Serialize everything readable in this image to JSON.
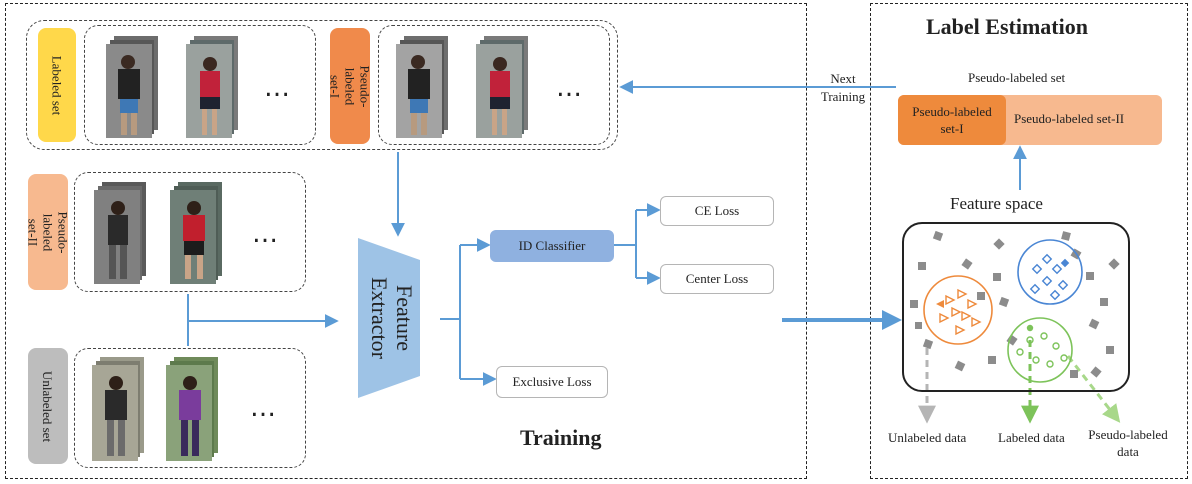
{
  "panels": {
    "training_title": "Training",
    "label_estimation_title": "Label Estimation"
  },
  "sets": {
    "labeled": "Labeled set",
    "pseudo_1": "Pseudo-labeled set-I",
    "pseudo_2": "Pseudo-labeled set-II",
    "unlabeled": "Unlabeled set"
  },
  "ellipsis": "…",
  "model": {
    "feature_extractor": "Feature Extractor",
    "id_classifier": "ID Classifier",
    "ce_loss": "CE Loss",
    "center_loss": "Center Loss",
    "exclusive_loss": "Exclusive Loss"
  },
  "estimation": {
    "next_training": "Next Training",
    "pseudo_labeled_set": "Pseudo-labeled set",
    "pseudo_set_1": "Pseudo-labeled set-I",
    "pseudo_set_2": "Pseudo-labeled set-II",
    "feature_space": "Feature space"
  },
  "legend": {
    "unlabeled": "Unlabeled data",
    "labeled": "Labeled data",
    "pseudo": "Pseudo-labeled data"
  },
  "colors": {
    "arrow": "#5b9bd5",
    "yellow": "#ffd84a",
    "orange_dark": "#f08a4b",
    "orange_light": "#f7b98f",
    "gray_label": "#bdbdbd",
    "extractor": "#9ec3e6",
    "classifier": "#8fb1e0",
    "cluster_orange": "#ee8a3c",
    "cluster_blue": "#4a86d4",
    "cluster_green": "#7dc35a",
    "gray_point": "#8c8c8c"
  }
}
